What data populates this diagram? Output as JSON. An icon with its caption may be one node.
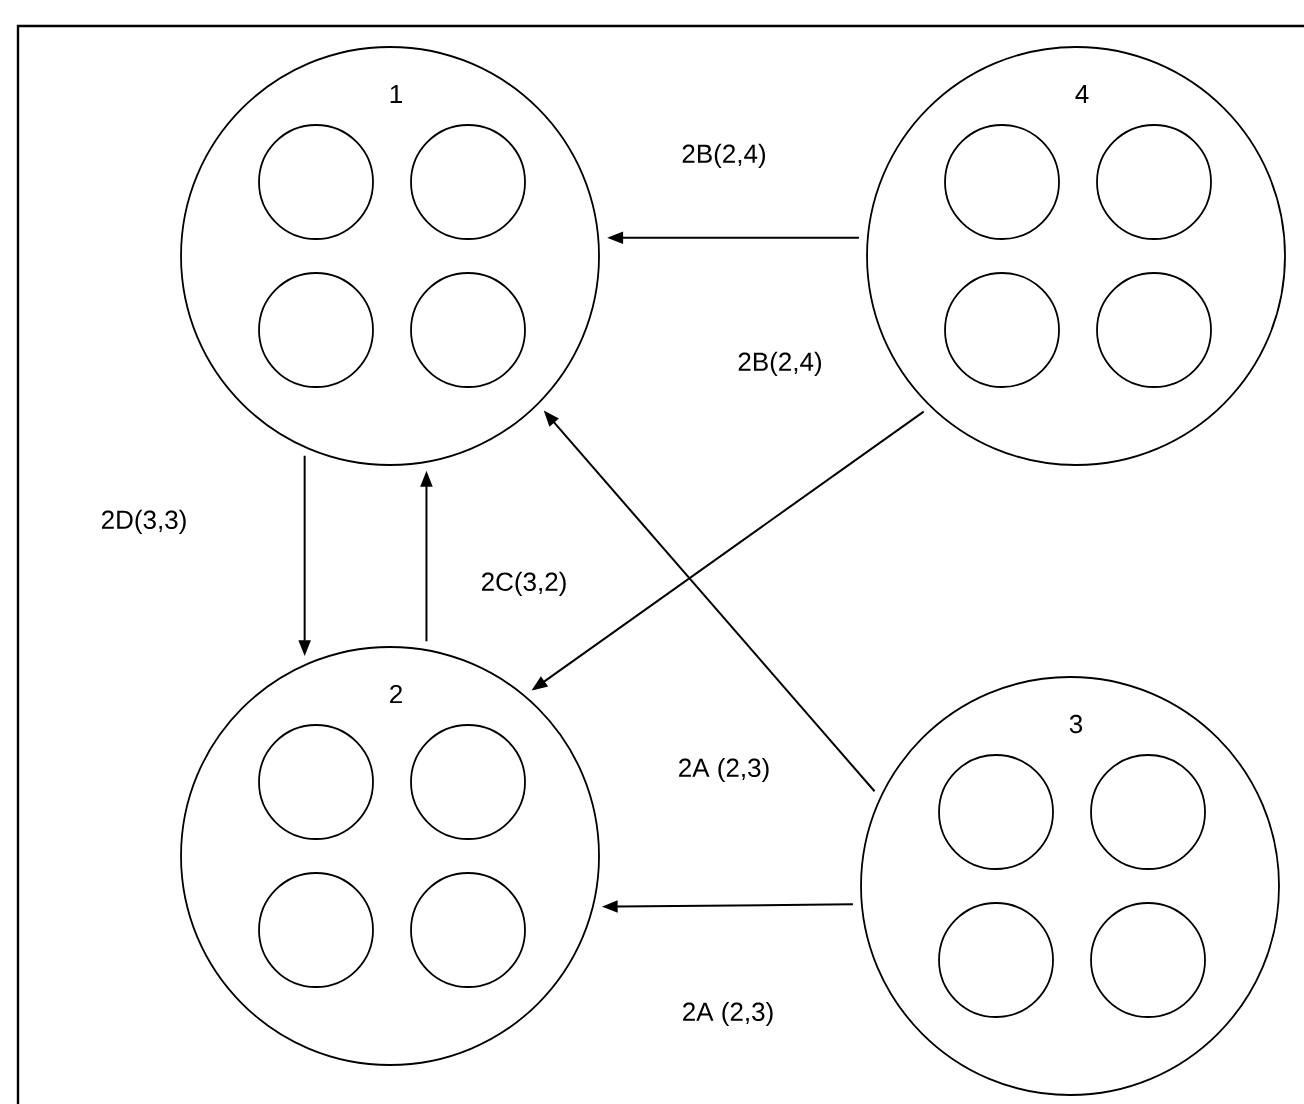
{
  "diagram": {
    "nodes": [
      {
        "text": [
          "1"
        ]
      },
      {
        "text": [],
        "shape": "circle",
        "in": 0
      },
      {
        "text": [],
        "shape": "circle",
        "in": 0
      },
      {
        "text": [],
        "shape": "circle",
        "in": 0
      },
      {
        "text": [],
        "shape": "circle",
        "in": 0
      },
      {
        "text": [
          "4"
        ]
      },
      {
        "text": [],
        "shape": "circle",
        "in": 5
      },
      {
        "text": [],
        "shape": "circle",
        "in": 5
      },
      {
        "text": [],
        "shape": "circle",
        "in": 5
      },
      {
        "text": [],
        "shape": "circle",
        "in": 5
      },
      {
        "text": [
          "2"
        ]
      },
      {
        "text": [],
        "shape": "circle",
        "in": 10
      },
      {
        "text": [],
        "shape": "circle",
        "in": 10
      },
      {
        "text": [],
        "shape": "circle",
        "in": 10
      },
      {
        "text": [],
        "shape": "circle",
        "in": 10
      },
      {
        "text": [
          "3"
        ]
      },
      {
        "text": [],
        "shape": "circle",
        "in": 15
      },
      {
        "text": [],
        "shape": "circle",
        "in": 15
      },
      {
        "text": [],
        "shape": "circle",
        "in": 15
      },
      {
        "text": [],
        "shape": "circle",
        "in": 15
      }
    ],
    "edges": [
      {
        "from": 5,
        "to": 0,
        "arrow": "to",
        "label": "2B(2,4)"
      },
      {
        "from": 5,
        "to": 10,
        "arrow": "to",
        "label": "2B(2,4)"
      },
      {
        "from": 0,
        "to": 10,
        "arrow": "to",
        "label": "2D(3,3)"
      },
      {
        "from": 10,
        "to": 0,
        "arrow": "to",
        "label": "2C(3,2)"
      },
      {
        "from": 15,
        "to": 0,
        "arrow": "to",
        "label": "2A (2,3)"
      },
      {
        "from": 15,
        "to": 10,
        "arrow": "to",
        "label": "2A (2,3)"
      }
    ]
  }
}
